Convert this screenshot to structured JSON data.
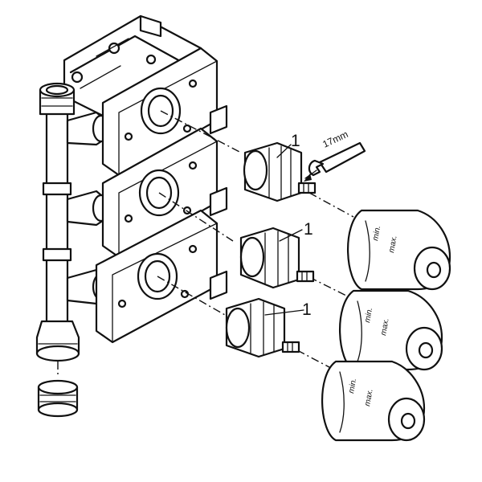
{
  "callouts": [
    "1",
    "1",
    "1"
  ],
  "wrench_size": "17mm",
  "cap_labels": {
    "min": "min.",
    "max": "max."
  },
  "colors": {
    "ink": "#111111",
    "paper": "#ffffff"
  },
  "icons": [
    "hex-wrench-icon"
  ]
}
